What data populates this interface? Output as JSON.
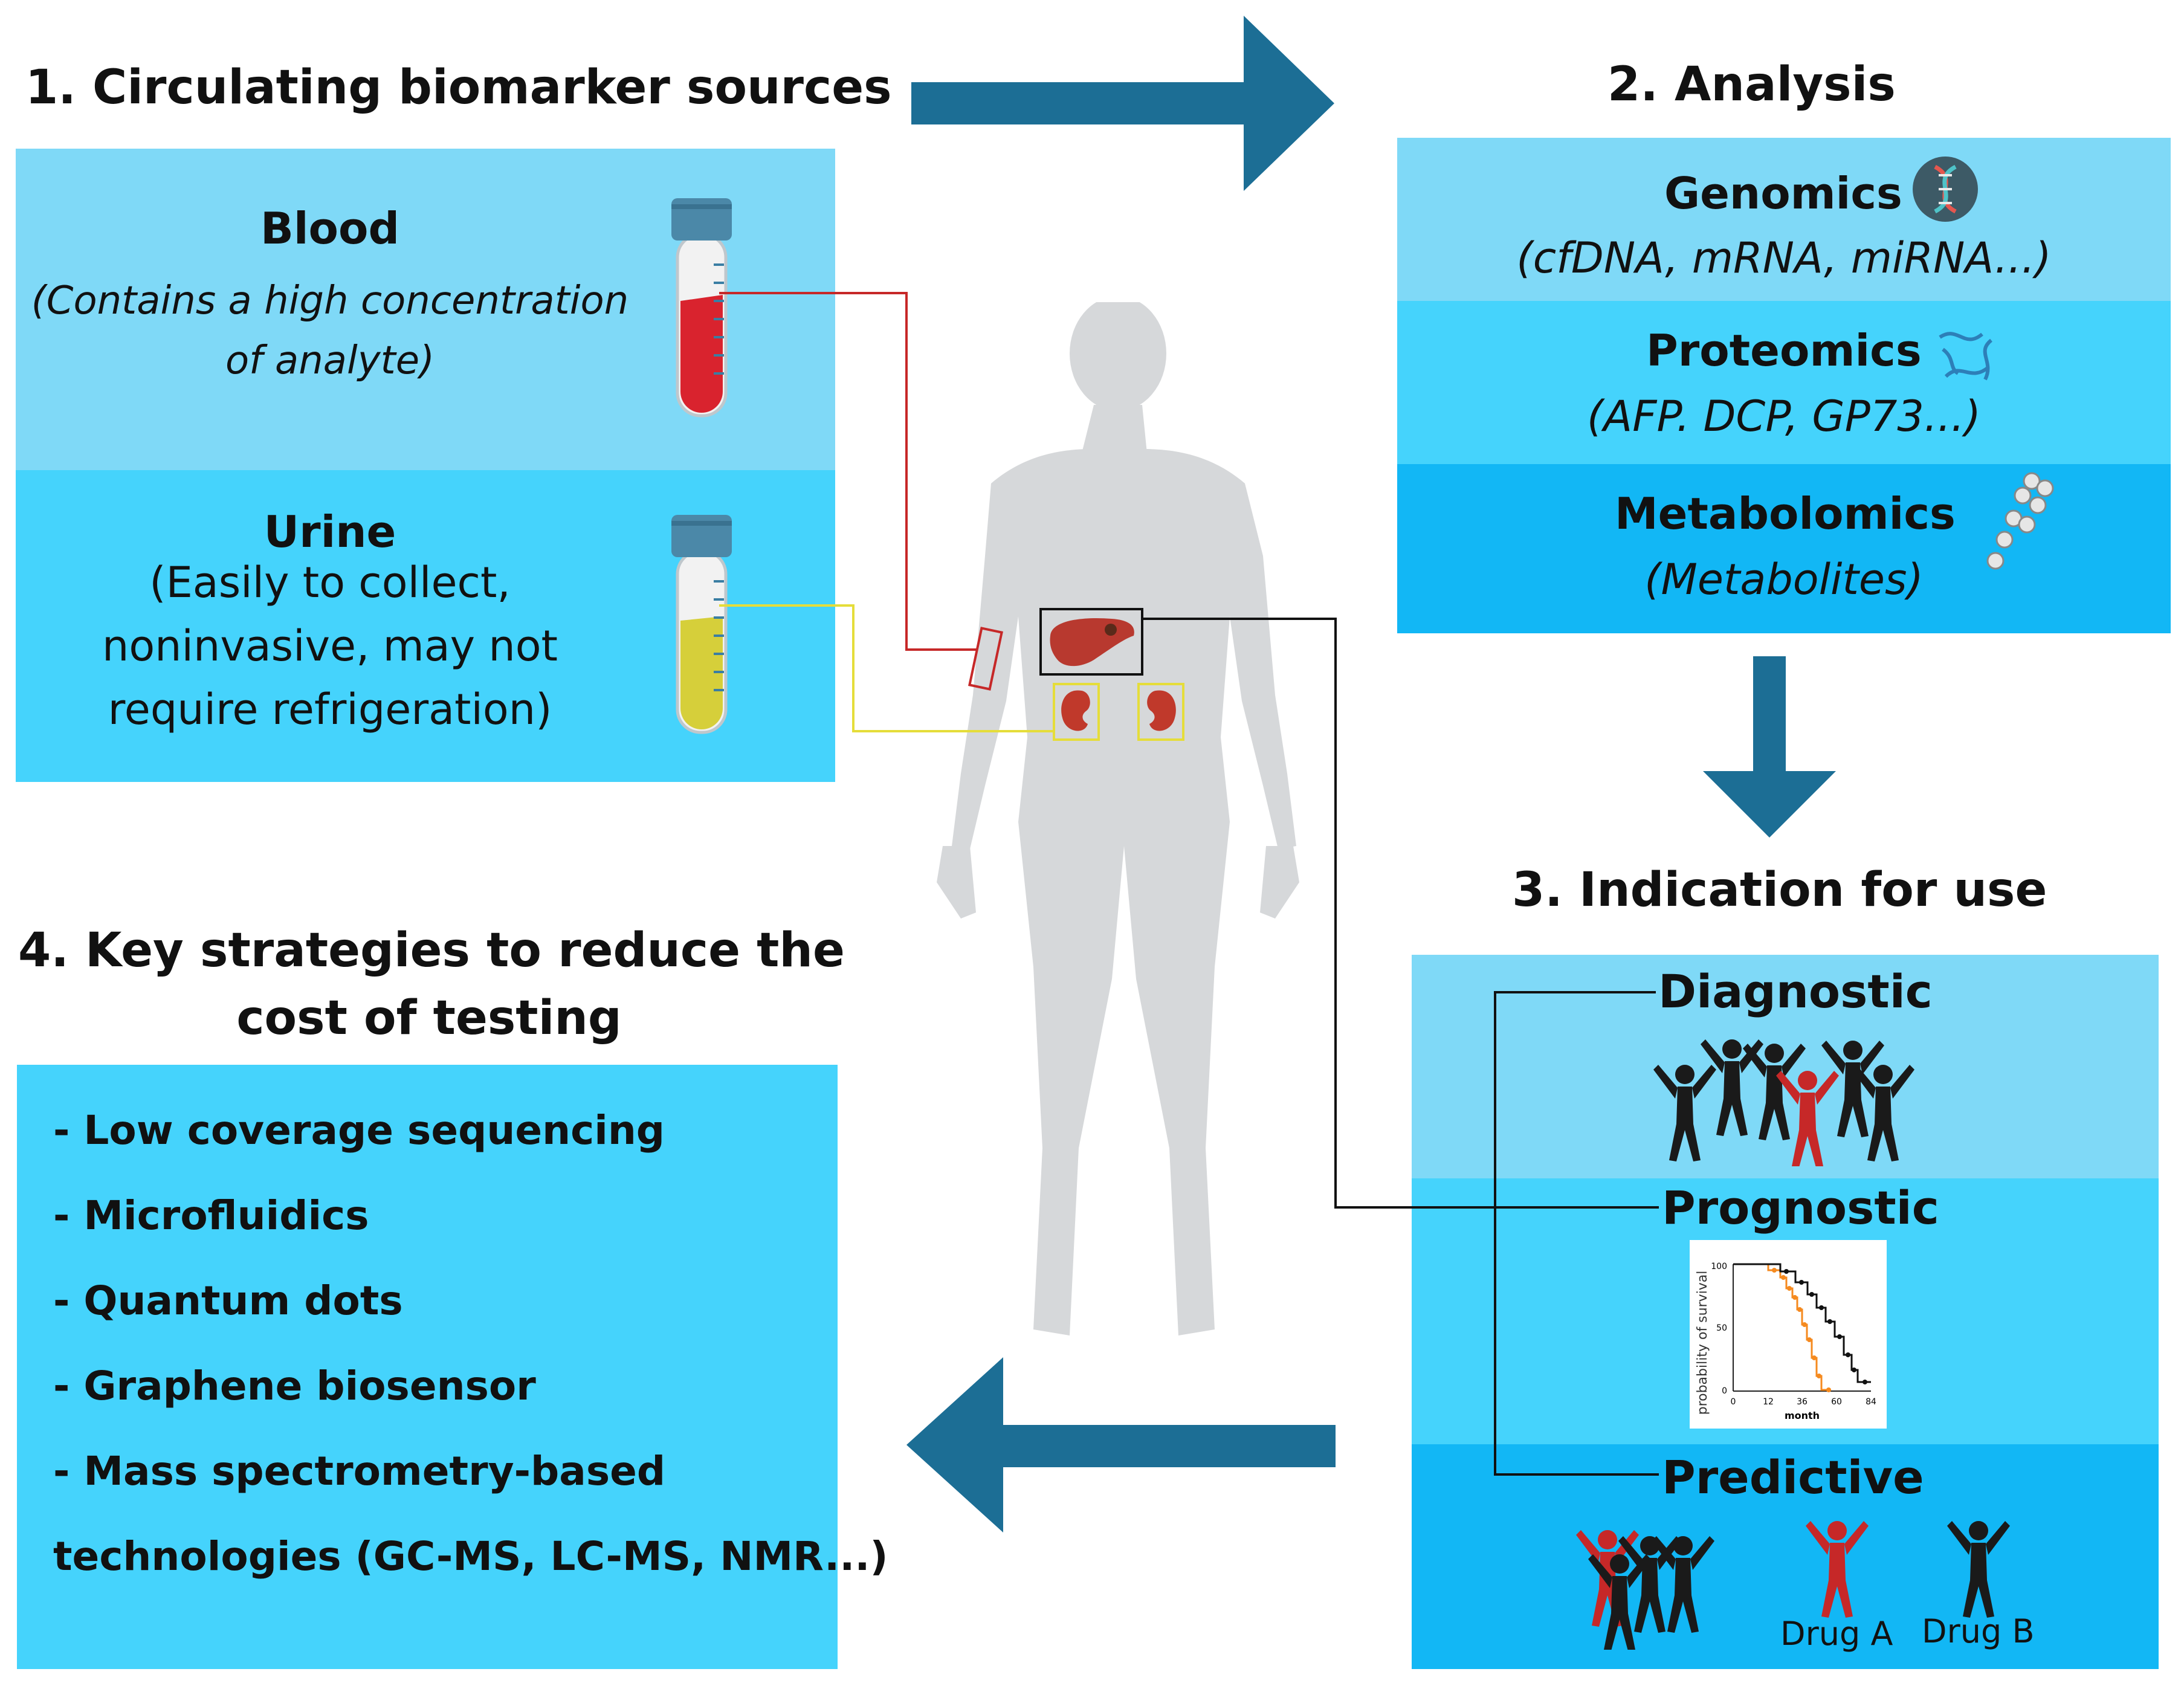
{
  "colors": {
    "box_light": "#7fd9f7",
    "box_mid": "#45d3fc",
    "box_dark": "#12b7f5",
    "arrow": "#1c6e95",
    "body_silhouette": "#d6d8da",
    "blood_line": "#c62828",
    "urine_line": "#e5dd3a",
    "organ_line": "#111111",
    "red_figure": "#c62828",
    "black_figure": "#1a1a1a",
    "km_orange": "#f58a1f",
    "km_black": "#111111"
  },
  "section1": {
    "title": "1. Circulating biomarker sources",
    "blood": {
      "heading": "Blood",
      "desc_line1": "(Contains a high concentration",
      "desc_line2": "of analyte)"
    },
    "urine": {
      "heading": "Urine",
      "desc_line1": "(Easily to collect,",
      "desc_line2": "noninvasive, may not",
      "desc_line3": "require refrigeration)"
    }
  },
  "section2": {
    "title": "2. Analysis",
    "genomics": {
      "heading": "Genomics",
      "detail": "(cfDNA, mRNA, miRNA...)",
      "icon": "dna-icon"
    },
    "proteomics": {
      "heading": "Proteomics",
      "detail": "(AFP. DCP, GP73...)",
      "icon": "protein-icon"
    },
    "metabolomics": {
      "heading": "Metabolomics",
      "detail": "(Metabolites)",
      "icon": "molecule-icon"
    }
  },
  "section3": {
    "title": "3. Indication for use",
    "diagnostic": "Diagnostic",
    "prognostic": "Prognostic",
    "predictive": "Predictive",
    "drug_a": "Drug A",
    "drug_b": "Drug B"
  },
  "section4": {
    "title_line1": "4. Key strategies to reduce the",
    "title_line2": "cost of testing",
    "items": [
      "- Low coverage sequencing",
      "- Microfluidics",
      "- Quantum dots",
      "- Graphene biosensor",
      "- Mass spectrometry-based",
      "technologies (GC-MS, LC-MS, NMR...)"
    ]
  },
  "km_plot": {
    "ylabel": "probability of survival",
    "xlabel": "month",
    "y_ticks": [
      "0",
      "50",
      "100"
    ],
    "x_ticks": [
      "0",
      "12",
      "36",
      "60",
      "84"
    ]
  }
}
